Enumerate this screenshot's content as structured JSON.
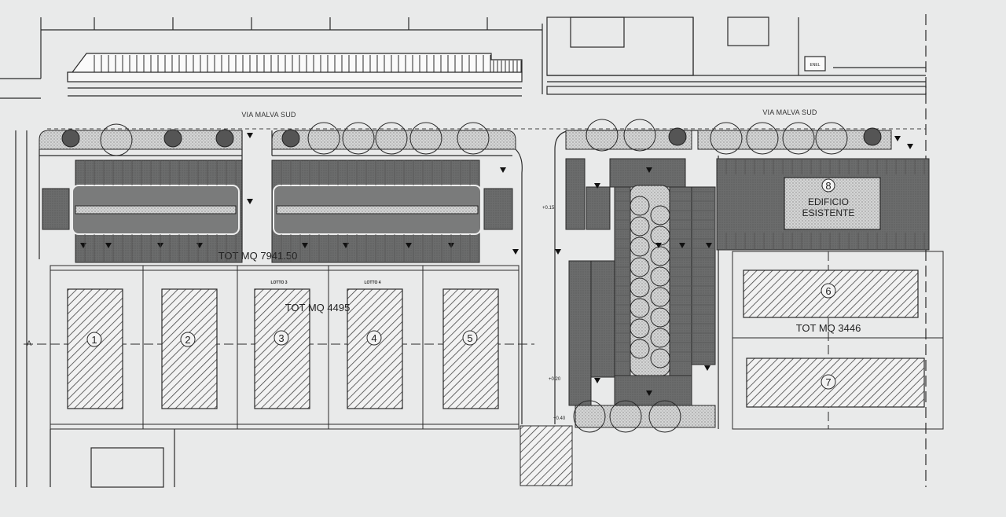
{
  "streets": {
    "left": "VIA MALVA SUD",
    "right": "VIA MALVA SUD"
  },
  "areas": {
    "left_total": "TOT MQ 7941.50",
    "center_total": "TOT MQ 4495",
    "right_total": "TOT MQ 3446"
  },
  "lot_labels": [
    "LOTTO 3",
    "LOTTO 4"
  ],
  "lot_numbers": [
    "1",
    "2",
    "3",
    "4",
    "5",
    "6",
    "7",
    "8"
  ],
  "existing_building": {
    "line1": "EDIFICIO",
    "line2": "ESISTENTE"
  },
  "small_box_label": "ENEL",
  "elevations": [
    "+0.15",
    "+0.20",
    "+0.40"
  ],
  "section_marker": "A",
  "colors": {
    "background": "#e9eaea",
    "dark_fill": "#6f7070",
    "medium_fill": "#8a8b8b",
    "line": "#2a2a2a",
    "hatch": "#444444"
  }
}
